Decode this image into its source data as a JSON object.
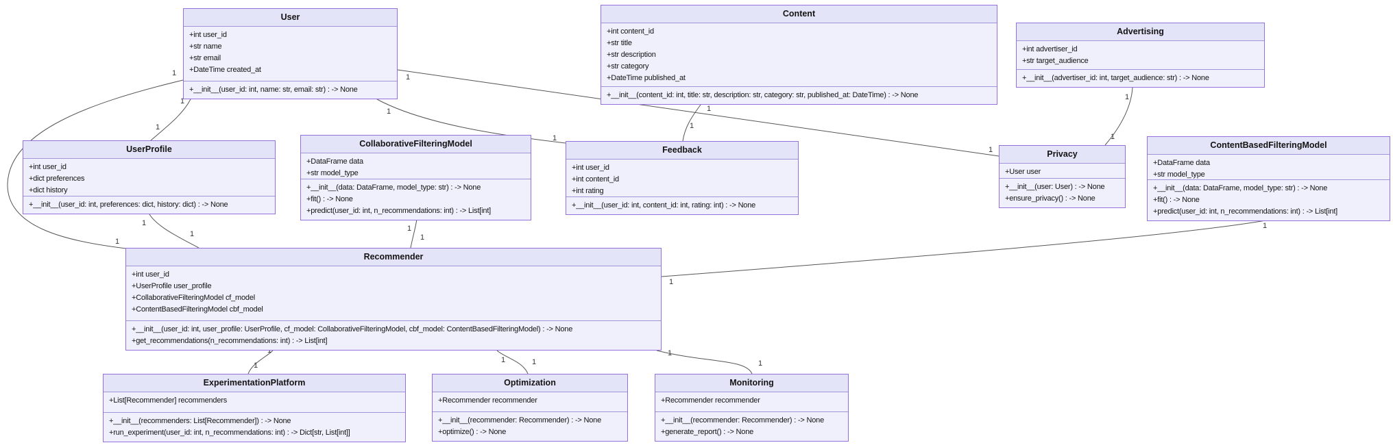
{
  "diagram_type": "uml-class-diagram",
  "colors": {
    "node_fill": "#ECECFF",
    "node_title_fill": "#E4E4F8",
    "node_border": "#9370DB",
    "edge": "#555555",
    "text": "#131313"
  },
  "classes": [
    {
      "name": "User",
      "attributes": [
        "+int user_id",
        "+str name",
        "+str email",
        "+DateTime created_at"
      ],
      "methods": [
        "+__init__(user_id: int, name: str, email: str) : -> None"
      ]
    },
    {
      "name": "Content",
      "attributes": [
        "+int content_id",
        "+str title",
        "+str description",
        "+str category",
        "+DateTime published_at"
      ],
      "methods": [
        "+__init__(content_id: int, title: str, description: str, category: str, published_at: DateTime) : -> None"
      ]
    },
    {
      "name": "Advertising",
      "attributes": [
        "+int advertiser_id",
        "+str target_audience"
      ],
      "methods": [
        "+__init__(advertiser_id: int, target_audience: str) : -> None"
      ]
    },
    {
      "name": "UserProfile",
      "attributes": [
        "+int user_id",
        "+dict preferences",
        "+dict history"
      ],
      "methods": [
        "+__init__(user_id: int, preferences: dict, history: dict) : -> None"
      ]
    },
    {
      "name": "CollaborativeFilteringModel",
      "attributes": [
        "+DataFrame data",
        "+str model_type"
      ],
      "methods": [
        "+__init__(data: DataFrame, model_type: str) : -> None",
        "+fit() : -> None",
        "+predict(user_id: int, n_recommendations: int) : -> List[int]"
      ]
    },
    {
      "name": "Feedback",
      "attributes": [
        "+int user_id",
        "+int content_id",
        "+int rating"
      ],
      "methods": [
        "+__init__(user_id: int, content_id: int, rating: int) : -> None"
      ]
    },
    {
      "name": "Privacy",
      "attributes": [
        "+User user"
      ],
      "methods": [
        "+__init__(user: User) : -> None",
        "+ensure_privacy() : -> None"
      ]
    },
    {
      "name": "ContentBasedFilteringModel",
      "attributes": [
        "+DataFrame data",
        "+str model_type"
      ],
      "methods": [
        "+__init__(data: DataFrame, model_type: str) : -> None",
        "+fit() : -> None",
        "+predict(user_id: int, n_recommendations: int) : -> List[int]"
      ]
    },
    {
      "name": "Recommender",
      "attributes": [
        "+int user_id",
        "+UserProfile user_profile",
        "+CollaborativeFilteringModel cf_model",
        "+ContentBasedFilteringModel cbf_model"
      ],
      "methods": [
        "+__init__(user_id: int, user_profile: UserProfile, cf_model: CollaborativeFilteringModel, cbf_model: ContentBasedFilteringModel) : -> None",
        "+get_recommendations(n_recommendations: int) : -> List[int]"
      ]
    },
    {
      "name": "ExperimentationPlatform",
      "attributes": [
        "+List[Recommender] recommenders"
      ],
      "methods": [
        "+__init__(recommenders: List[Recommender]) : -> None",
        "+run_experiment(user_id: int, n_recommendations: int) : -> Dict[str, List[int]]"
      ]
    },
    {
      "name": "Optimization",
      "attributes": [
        "+Recommender recommender"
      ],
      "methods": [
        "+__init__(recommender: Recommender) : -> None",
        "+optimize() : -> None"
      ]
    },
    {
      "name": "Monitoring",
      "attributes": [
        "+Recommender recommender"
      ],
      "methods": [
        "+__init__(recommender: Recommender) : -> None",
        "+generate_report() : -> None"
      ]
    }
  ],
  "relations": [
    {
      "from": "User",
      "to": "UserProfile",
      "from_label": "1",
      "to_label": "1"
    },
    {
      "from": "User",
      "to": "Recommender",
      "from_label": "1",
      "to_label": "1"
    },
    {
      "from": "User",
      "to": "Feedback",
      "from_label": "1",
      "to_label": "1"
    },
    {
      "from": "User",
      "to": "Privacy",
      "from_label": "1",
      "to_label": "1"
    },
    {
      "from": "Content",
      "to": "Feedback",
      "from_label": "1",
      "to_label": "1"
    },
    {
      "from": "Advertising",
      "to": "Privacy",
      "from_label": "1",
      "to_label": "1"
    },
    {
      "from": "CollaborativeFilteringModel",
      "to": "Recommender",
      "from_label": "1",
      "to_label": "1"
    },
    {
      "from": "ContentBasedFilteringModel",
      "to": "Recommender",
      "from_label": "1",
      "to_label": "1"
    },
    {
      "from": "UserProfile",
      "to": "Recommender",
      "from_label": "1",
      "to_label": "1"
    },
    {
      "from": "Recommender",
      "to": "ExperimentationPlatform",
      "from_label": "1",
      "to_label": "1"
    },
    {
      "from": "Recommender",
      "to": "Optimization",
      "from_label": "1",
      "to_label": "1"
    },
    {
      "from": "Recommender",
      "to": "Monitoring",
      "from_label": "1",
      "to_label": "1"
    }
  ]
}
